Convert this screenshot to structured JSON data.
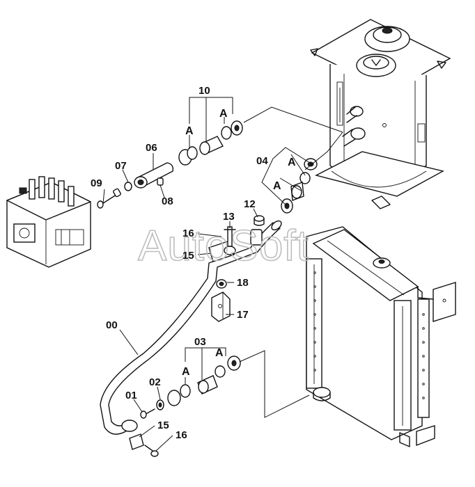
{
  "watermark": "AutoSoft",
  "part_labels": {
    "p00": "00",
    "p01": "01",
    "p02": "02",
    "p03": "03",
    "p04": "04",
    "p06": "06",
    "p07": "07",
    "p08": "08",
    "p09": "09",
    "p10": "10",
    "p12": "12",
    "p13": "13",
    "p15_upper": "15",
    "p16_upper": "16",
    "p15_lower": "15",
    "p16_lower": "16",
    "p17": "17",
    "p18": "18"
  },
  "detail_marks": {
    "a_upper_left": "A",
    "a_upper_right": "A",
    "a_mid_top": "A",
    "a_mid_bottom": "A",
    "a_lower_left": "A",
    "a_lower_right": "A"
  }
}
